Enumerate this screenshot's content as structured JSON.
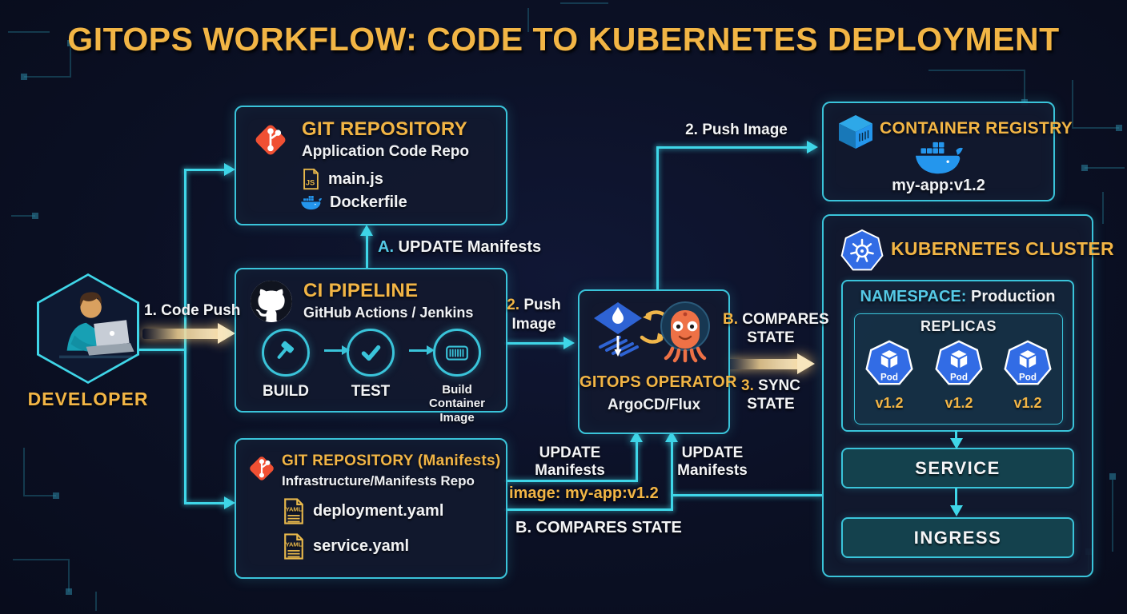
{
  "title": "GITOPS WORKFLOW: CODE TO KUBERNETES DEPLOYMENT",
  "colors": {
    "gold": "#F2B545",
    "cyan": "#3FD6E8",
    "git_orange": "#F05033",
    "docker_blue": "#2496ED",
    "kubernetes_blue": "#326CE5",
    "argo_orange": "#EE7146",
    "flux_blue": "#2E63D4"
  },
  "developer": {
    "label": "DEVELOPER",
    "icon": "developer-avatar"
  },
  "git_repo_app": {
    "icon": "git-icon",
    "title": "GIT REPOSITORY",
    "subtitle": "Application Code Repo",
    "files": [
      {
        "icon": "js-file-icon",
        "name": "main.js"
      },
      {
        "icon": "docker-whale-icon",
        "name": "Dockerfile"
      }
    ]
  },
  "ci_pipeline": {
    "icon": "github-icon",
    "title": "CI PIPELINE",
    "subtitle": "GitHub Actions / Jenkins",
    "stages": [
      {
        "icon": "hammer-icon",
        "label": "BUILD"
      },
      {
        "icon": "check-icon",
        "label": "TEST"
      },
      {
        "icon": "container-image-icon",
        "label": "Build Container",
        "label2": "Image"
      }
    ]
  },
  "git_repo_manifests": {
    "icon": "git-icon",
    "title": "GIT REPOSITORY (Manifests)",
    "subtitle": "Infrastructure/Manifests Repo",
    "files": [
      {
        "icon": "yaml-file-icon",
        "name": "deployment.yaml"
      },
      {
        "icon": "yaml-file-icon",
        "name": "service.yaml"
      }
    ]
  },
  "gitops_operator": {
    "icons": [
      "flux-icon",
      "sync-arrows-icon",
      "argocd-icon"
    ],
    "title": "GITOPS OPERATOR",
    "subtitle": "ArgoCD/Flux"
  },
  "container_registry": {
    "icon": "registry-cube-icon",
    "title": "CONTAINER REGISTRY",
    "image_icon": "docker-whale-icon",
    "image_tag": "my-app:v1.2"
  },
  "kubernetes_cluster": {
    "icon": "kubernetes-icon",
    "title": "KUBERNETES CLUSTER",
    "namespace_label": "NAMESPACE:",
    "namespace_value": " Production",
    "replicas_label": "REPLICAS",
    "pods": [
      {
        "label": "Pod",
        "version": "v1.2"
      },
      {
        "label": "Pod",
        "version": "v1.2"
      },
      {
        "label": "Pod",
        "version": "v1.2"
      }
    ],
    "service_label": "SERVICE",
    "ingress_label": "INGRESS"
  },
  "edges": {
    "code_push": {
      "num": "1.",
      "label": " Code Push"
    },
    "update_manifests_a": {
      "num": "A.",
      "label": " UPDATE Manifests"
    },
    "push_image_mid": {
      "num": "2.",
      "line1": " Push",
      "line2": "Image"
    },
    "push_image_top": {
      "label": "2. Push Image"
    },
    "compares_state": {
      "num": "B.",
      "line1": " COMPARES",
      "line2": "STATE"
    },
    "sync_state": {
      "num": "3.",
      "line1": " SYNC",
      "line2": "STATE"
    },
    "update_manifests_left": {
      "line1": "UPDATE",
      "line2": "Manifests"
    },
    "image_tag": {
      "label": "image: my-app:v1.2"
    },
    "compares_state_bottom": {
      "label": "B. COMPARES STATE"
    },
    "update_manifests_right": {
      "line1": "UPDATE",
      "line2": "Manifests"
    }
  }
}
